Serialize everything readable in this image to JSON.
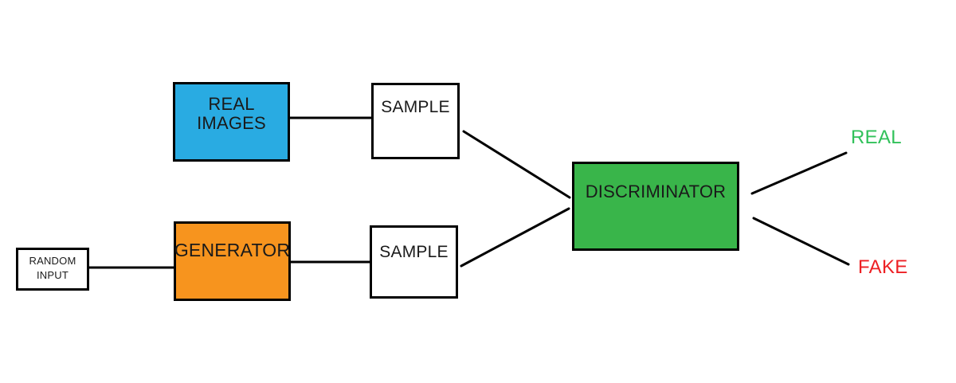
{
  "diagram_type": "flowchart",
  "nodes": {
    "random_input": {
      "label": "RANDOM INPUT",
      "fill": "#FFFFFF",
      "text_color": "#1A1A1A"
    },
    "real_images": {
      "label": "REAL IMAGES",
      "fill": "#29ABE2",
      "text_color": "#1A1A1A"
    },
    "generator": {
      "label": "GENERATOR",
      "fill": "#F7941E",
      "text_color": "#1A1A1A"
    },
    "sample_top": {
      "label": "SAMPLE",
      "fill": "#FFFFFF",
      "text_color": "#1A1A1A"
    },
    "sample_bottom": {
      "label": "SAMPLE",
      "fill": "#FFFFFF",
      "text_color": "#1A1A1A"
    },
    "discriminator": {
      "label": "DISCRIMINATOR",
      "fill": "#39B54A",
      "text_color": "#1A1A1A"
    }
  },
  "outputs": {
    "real": {
      "label": "REAL",
      "color": "#31C15A"
    },
    "fake": {
      "label": "FAKE",
      "color": "#ED2024"
    }
  },
  "edges": [
    {
      "from": "real_images",
      "to": "sample_top"
    },
    {
      "from": "random_input",
      "to": "generator"
    },
    {
      "from": "generator",
      "to": "sample_bottom"
    },
    {
      "from": "sample_top",
      "to": "discriminator"
    },
    {
      "from": "sample_bottom",
      "to": "discriminator"
    },
    {
      "from": "discriminator",
      "to": "real"
    },
    {
      "from": "discriminator",
      "to": "fake"
    }
  ],
  "colors": {
    "connector_line": "#000000",
    "node_border": "#000000",
    "background": "#FFFFFF"
  }
}
